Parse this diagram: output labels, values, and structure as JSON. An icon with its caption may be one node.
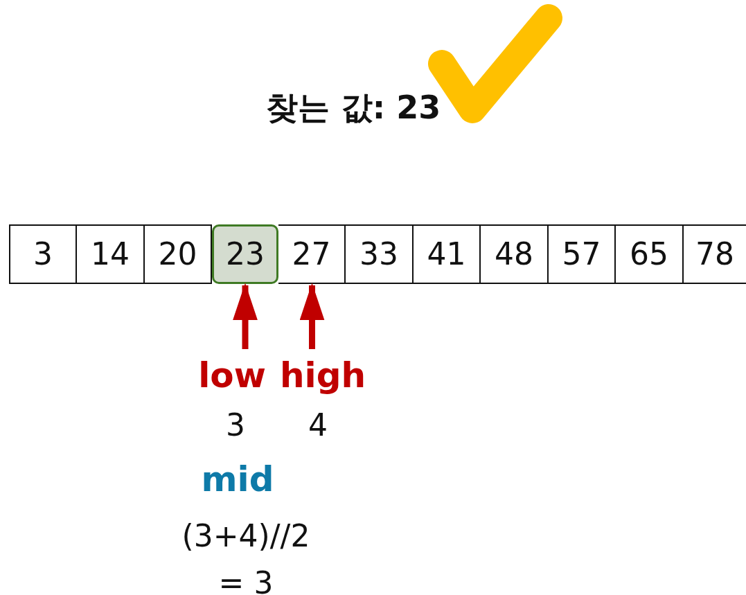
{
  "diagram": {
    "title": "찾는 값: 23",
    "nodes": [
      {
        "text": [
          "3"
        ]
      },
      {
        "text": [
          "14"
        ]
      },
      {
        "text": [
          "20"
        ]
      },
      {
        "text": [
          "23"
        ]
      },
      {
        "text": [
          "27"
        ]
      },
      {
        "text": [
          "33"
        ]
      },
      {
        "text": [
          "41"
        ]
      },
      {
        "text": [
          "48"
        ]
      },
      {
        "text": [
          "57"
        ]
      },
      {
        "text": [
          "65"
        ]
      },
      {
        "text": [
          "78"
        ]
      },
      {
        "text": [
          "low"
        ],
        "beside": [
          "3"
        ]
      },
      {
        "text": [
          "high"
        ],
        "beside": [
          "4"
        ]
      }
    ],
    "edges": [
      {
        "from": 11,
        "to": 3,
        "arrow": "to"
      },
      {
        "from": 12,
        "to": 4,
        "arrow": "to"
      }
    ],
    "labels": [
      "mid",
      "(3+4)//2 = 3"
    ]
  }
}
